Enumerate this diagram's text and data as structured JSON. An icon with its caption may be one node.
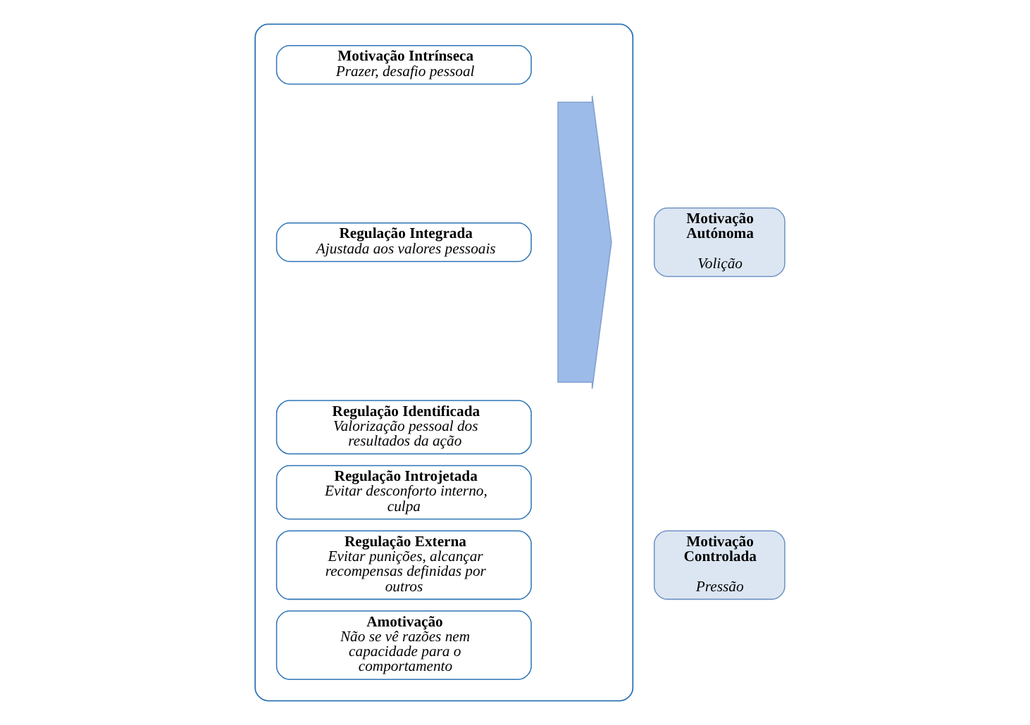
{
  "diagram": {
    "nodes": [
      {
        "text": [],
        "shape": "box"
      },
      {
        "text": [
          "Motivação Intrínseca",
          "Prazer, desafio pessoal"
        ],
        "in": 0
      },
      {
        "text": [
          "Regulação Integrada",
          "Ajustada aos valores pessoais"
        ],
        "in": 0
      },
      {
        "text": [
          "Regulação Identificada",
          "Valorização pessoal dos resultados da ação"
        ],
        "in": 0
      },
      {
        "text": [
          "Regulação Introjetada",
          "Evitar desconforto interno, culpa"
        ],
        "in": 0
      },
      {
        "text": [
          "Regulação Externa",
          "Evitar punições, alcançar recompensas definidas por outros"
        ],
        "in": 0
      },
      {
        "text": [
          "Amotivação",
          "Não se vê razões nem capacidade para o comportamento"
        ],
        "in": 0
      },
      {
        "text": [],
        "shape": "arrow",
        "in": 0
      },
      {
        "text": [
          "Motivação Autónoma",
          "Volição"
        ]
      },
      {
        "text": [
          "Motivação Controlada",
          "Pressão"
        ]
      }
    ],
    "edges": []
  }
}
